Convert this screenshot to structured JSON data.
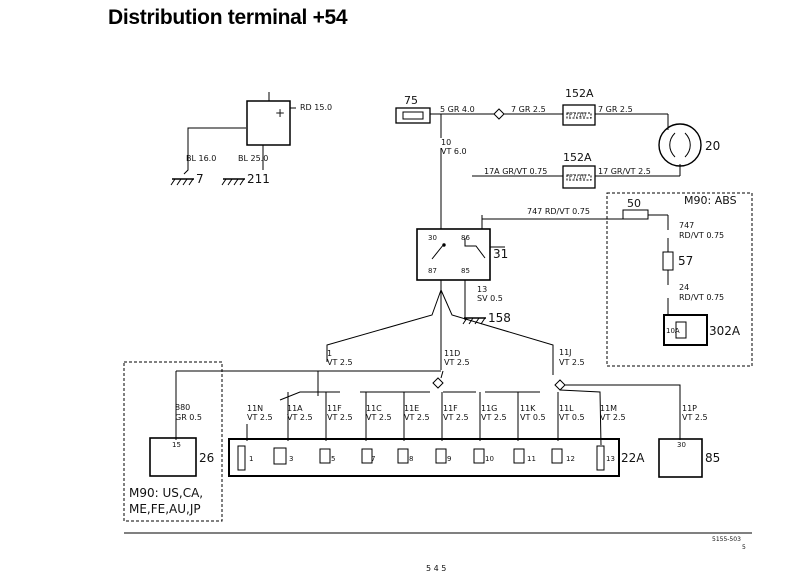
{
  "title": "Distribution terminal +54",
  "components": {
    "c7": "7",
    "c211": "211",
    "c75": "75",
    "c152a_top": "152A",
    "c152a_mid": "152A",
    "c20": "20",
    "c31": "31",
    "c158": "158",
    "c50": "50",
    "c57": "57",
    "c302a": "302A",
    "c26": "26",
    "c22a": "22A",
    "c85": "85",
    "m90_abs": "M90: ABS",
    "m90_markets_l1": "M90: US,CA,",
    "m90_markets_l2": "ME,FE,AU,JP"
  },
  "box_symbols": {
    "plus": "+",
    "fuse_top": "F7/10",
    "fuse_mid": "F7/10",
    "fuse_302a": "10A",
    "r30": "30",
    "r86": "86",
    "r87": "87",
    "r85": "85",
    "b15": "15",
    "b30": "30"
  },
  "pins": [
    "1",
    "3",
    "5",
    "7",
    "8",
    "9",
    "10",
    "11",
    "12",
    "13"
  ],
  "wires": {
    "rd150": "RD 15.0",
    "bl160": "BL 16.0",
    "bl250": "BL 25.0",
    "w5": "5  GR  4.0",
    "w7a": "7  GR  2.5",
    "w7b": "7  GR  2.5",
    "w10a": "10",
    "w10b": "VT  6.0",
    "w17a": "17A  GR/VT  0.75",
    "w17b": "17  GR/VT  2.5",
    "w747": "747  RD/VT  0.75",
    "w13a": "13",
    "w13b": "SV  0.5",
    "w747b_a": "747",
    "w747b_b": "RD/VT  0.75",
    "w24a": "24",
    "w24b": "RD/VT  0.75",
    "w1a": "1",
    "w1b": "VT  2.5",
    "w11a": "11D",
    "w11b": "VT  2.5",
    "w11ja": "11J",
    "w11jb": "VT  2.5",
    "w880a": "880",
    "w880b": "GR  0.5",
    "w11n_a": "11N",
    "w11n_b": "VT  2.5",
    "w11a_a": "11A",
    "w11a_b": "VT  2.5",
    "w11f_a": "11F",
    "w11f_b": "VT  2.5",
    "w11c_a": "11C",
    "w11c_b": "VT  2.5",
    "w11e_a": "11E",
    "w11e_b": "VT  2.5",
    "w11f2_a": "11F",
    "w11f2_b": "VT  2.5",
    "w11g_a": "11G",
    "w11g_b": "VT  2.5",
    "w11k_a": "11K",
    "w11k_b": "VT  0.5",
    "w11l_a": "11L",
    "w11l_b": "VT  0.5",
    "w11m_a": "11M",
    "w11m_b": "VT  2.5",
    "w11p_a": "11P",
    "w11p_b": "VT  2.5"
  },
  "footer": {
    "code": "5155-503",
    "sub": "5",
    "page": "5 4 5"
  }
}
